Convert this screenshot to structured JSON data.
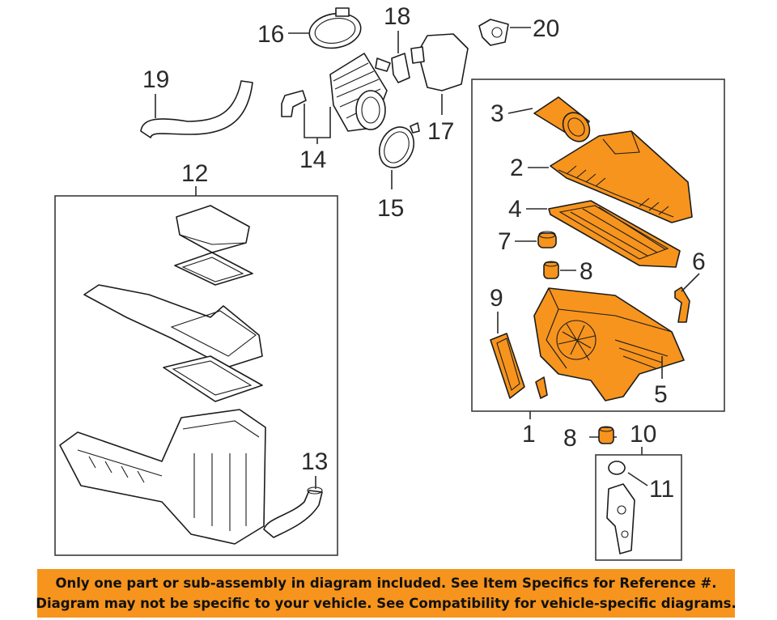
{
  "callouts": {
    "c1": "1",
    "c2": "2",
    "c3": "3",
    "c4": "4",
    "c5": "5",
    "c6": "6",
    "c7": "7",
    "c8a": "8",
    "c8b": "8",
    "c9": "9",
    "c10": "10",
    "c11": "11",
    "c12": "12",
    "c13": "13",
    "c14": "14",
    "c15": "15",
    "c16": "16",
    "c17": "17",
    "c18": "18",
    "c19": "19",
    "c20": "20"
  },
  "colors": {
    "highlight": "#f7941d",
    "line": "#1c1c1c",
    "banner": "#f7941d"
  },
  "banner": {
    "line1": "Only one part or sub-assembly in diagram included. See Item Specifics for Reference #.",
    "line2": "Diagram may not be specific to your vehicle. See Compatibility for vehicle-specific diagrams."
  }
}
